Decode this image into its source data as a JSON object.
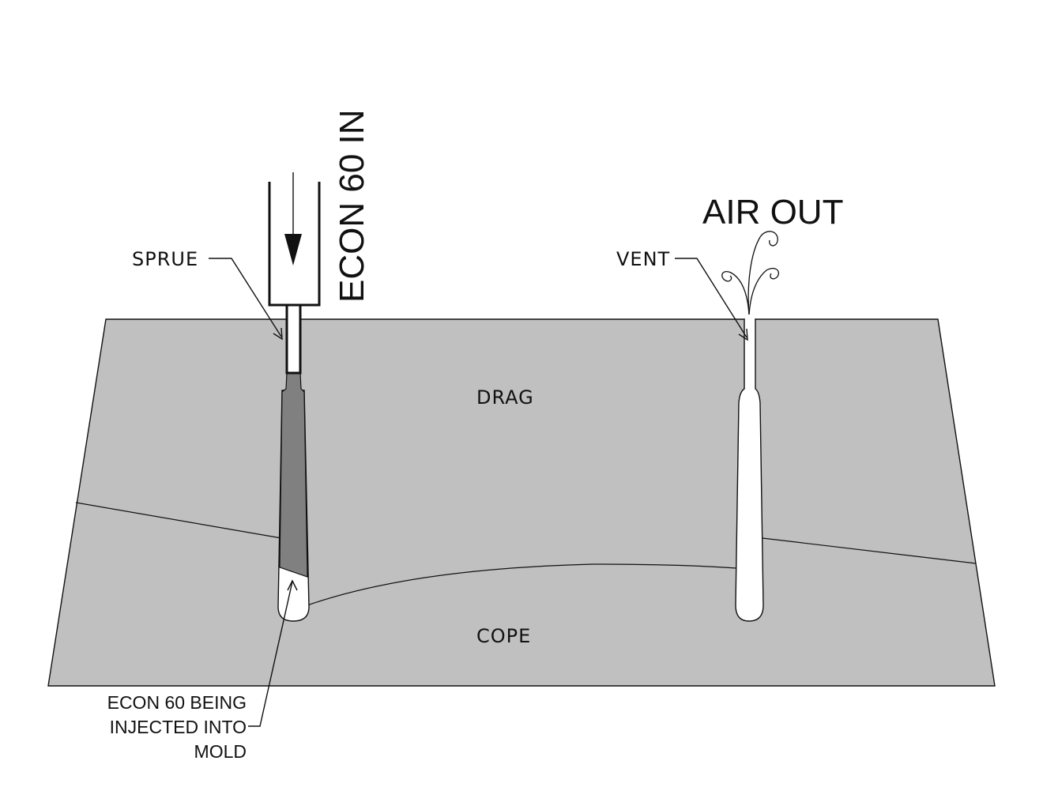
{
  "labels": {
    "sprue": "SPRUE",
    "econ_in": "ECON 60 IN",
    "air_out": "AIR OUT",
    "vent": "VENT",
    "drag": "DRAG",
    "cope": "COPE",
    "injected_line1": "ECON 60 BEING",
    "injected_line2": "INJECTED INTO",
    "injected_line3": "MOLD"
  },
  "colors": {
    "mold": "#c0c0c0",
    "material": "#808080",
    "cavity": "#ffffff",
    "outline": "#111111"
  }
}
